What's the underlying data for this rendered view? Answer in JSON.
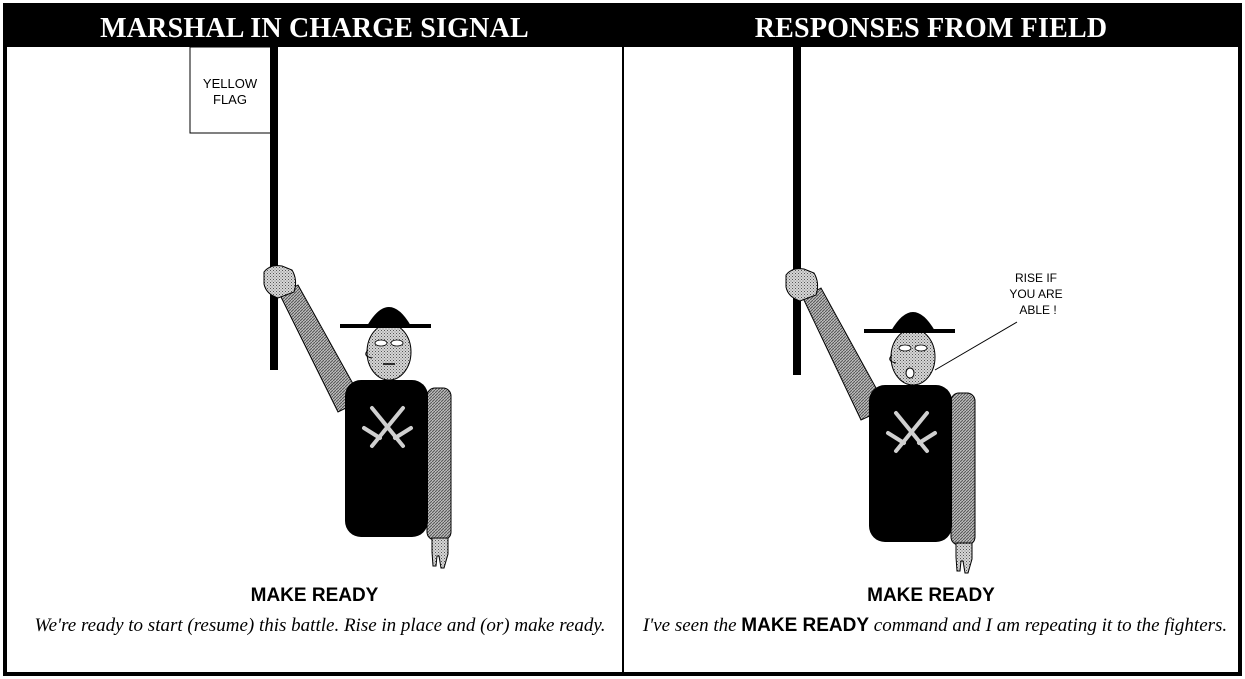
{
  "left_panel": {
    "header": "MARSHAL IN CHARGE SIGNAL",
    "flag_label_line1": "YELLOW",
    "flag_label_line2": "FLAG",
    "title": "MAKE READY",
    "description": "We're ready to start (resume) this battle. Rise in place and (or) make ready."
  },
  "right_panel": {
    "header": "RESPONSES FROM FIELD",
    "speech_line1": "RISE IF",
    "speech_line2": "YOU ARE",
    "speech_line3": "ABLE !",
    "title": "MAKE READY",
    "description_prefix": "I've seen the ",
    "description_bold": "MAKE READY",
    "description_suffix": " command and I am repeating it to the fighters."
  },
  "colors": {
    "background": "#ffffff",
    "header_bg": "#000000",
    "skin": "#c4c4c4",
    "sleeve": "#a8a8a8",
    "tabard": "#000000"
  },
  "icons": [
    "crossed-swords-icon",
    "pointing-hand-icon"
  ]
}
